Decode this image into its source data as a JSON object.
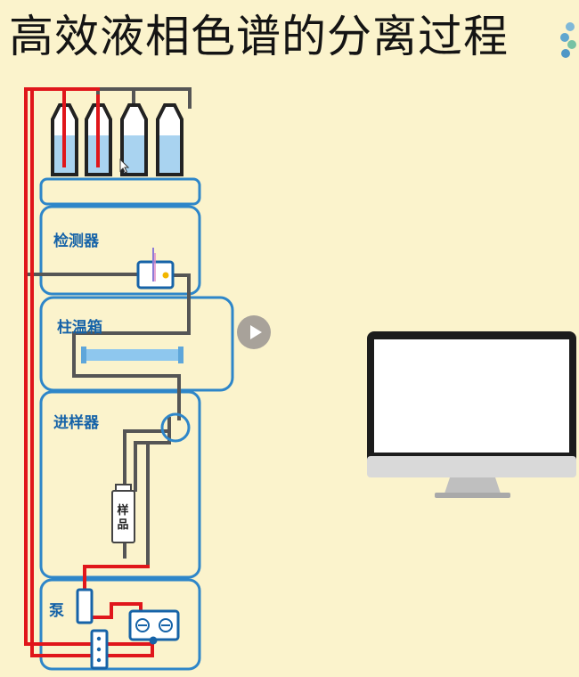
{
  "title": "高效液相色谱的分离过程",
  "modules": {
    "detector": "检测器",
    "column_oven": "柱温箱",
    "injector": "进样器",
    "pump": "泵"
  },
  "sample_label": "样品",
  "colors": {
    "background": "#FBF3CC",
    "module_border": "#2E86C9",
    "module_label": "#1663A8",
    "red_tubing": "#E0161B",
    "gray_tubing": "#555555",
    "solvent": "#A9D3F0",
    "column": "#8EC7EE"
  },
  "icons": [
    "solvent-bottle-icon",
    "monitor-icon",
    "play-icon",
    "cursor-icon"
  ]
}
